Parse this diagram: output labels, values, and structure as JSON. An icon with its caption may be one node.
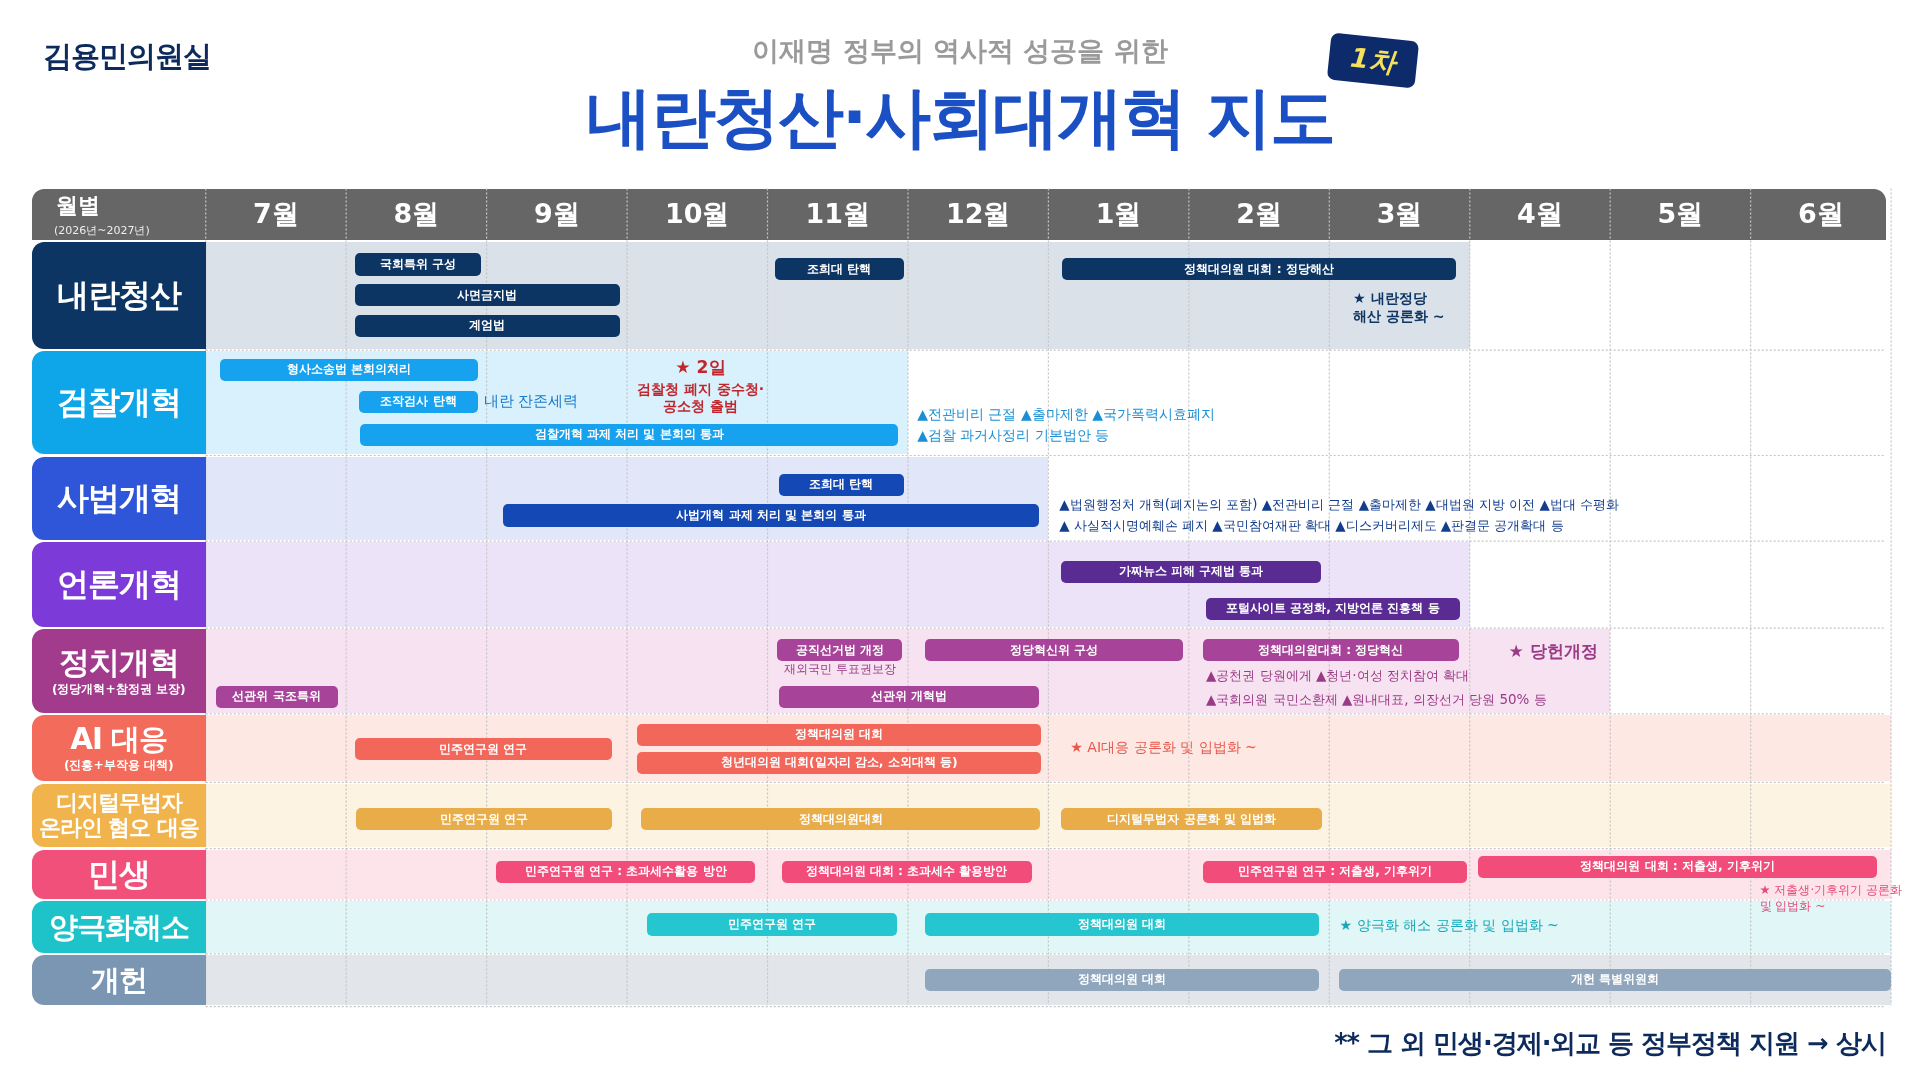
{
  "diagram": {
    "title": "내란청산·사회대개혁 지도",
    "nodes": [
      {
        "text": [
          "내란청산"
        ]
      },
      {
        "text": [
          "검찰개혁"
        ]
      },
      {
        "text": [
          "사법개혁"
        ]
      },
      {
        "text": [
          "언론개혁"
        ]
      },
      {
        "text": [
          "정치개혁",
          "(정당개혁+참정권 보장)"
        ]
      },
      {
        "text": [
          "AI 대응",
          "(진흥+부작용 대책)"
        ]
      },
      {
        "text": [
          "디지털무법자 온라인 혐오 대응"
        ]
      },
      {
        "text": [
          "민생"
        ]
      },
      {
        "text": [
          "양극화해소"
        ]
      },
      {
        "text": [
          "개헌"
        ]
      },
      {
        "text": [
          "국회특위 구성"
        ]
      },
      {
        "text": [
          "사면금지법"
        ]
      },
      {
        "text": [
          "계엄법"
        ]
      },
      {
        "text": [
          "조희대 탄핵"
        ]
      },
      {
        "text": [
          "정책대의원 대회 : 정당해산"
        ]
      },
      {
        "text": [
          "형사소송법 본회의처리"
        ]
      },
      {
        "text": [
          "조작검사 탄핵"
        ],
        "beside": [
          "내란 잔존세력"
        ]
      },
      {
        "text": [
          "검찰개혁 과제 처리 및 본회의 통과"
        ]
      },
      {
        "text": [
          "조희대 탄핵"
        ]
      },
      {
        "text": [
          "사법개혁 과제 처리 및 본회의 통과"
        ]
      },
      {
        "text": [
          "가짜뉴스 피해 구제법 통과"
        ]
      },
      {
        "text": [
          "포털사이트 공정화, 지방언론 진흥책 등"
        ]
      },
      {
        "text": [
          "선관위 국조특위"
        ]
      },
      {
        "text": [
          "공직선거법 개정"
        ],
        "beside": [
          "재외국민 투표권보장"
        ]
      },
      {
        "text": [
          "선관위 개혁법"
        ]
      },
      {
        "text": [
          "정당혁신위 구성"
        ]
      },
      {
        "text": [
          "정책대의원대회 : 정당혁신"
        ]
      },
      {
        "text": [
          "민주연구원 연구"
        ]
      },
      {
        "text": [
          "정책대의원 대회"
        ]
      },
      {
        "text": [
          "청년대의원 대회(일자리 감소, 소외대책 등)"
        ]
      },
      {
        "text": [
          "민주연구원 연구"
        ]
      },
      {
        "text": [
          "정책대의원대회"
        ]
      },
      {
        "text": [
          "디지털무법자 공론화 및 입법화"
        ]
      },
      {
        "text": [
          "민주연구원 연구 : 초과세수활용 방안"
        ]
      },
      {
        "text": [
          "정책대의원 대회 : 초과세수 활용방안"
        ]
      },
      {
        "text": [
          "민주연구원 연구 : 저출생, 기후위기"
        ]
      },
      {
        "text": [
          "정책대의원 대회 : 저출생, 기후위기"
        ]
      },
      {
        "text": [
          "민주연구원 연구"
        ]
      },
      {
        "text": [
          "정책대의원 대회"
        ]
      },
      {
        "text": [
          "정책대의원 대회"
        ]
      },
      {
        "text": [
          "개헌 특별위원회"
        ]
      }
    ],
    "labels": [
      "김용민의원실",
      "이재명 정부의 역사적 성공을 위한",
      "1차",
      "월별",
      "(2026년~2027년)",
      "7월",
      "8월",
      "9월",
      "10월",
      "11월",
      "12월",
      "1월",
      "2월",
      "3월",
      "4월",
      "5월",
      "6월",
      "★ 내란정당 해산 공론화 ~",
      "★ 2일",
      "검찰청 폐지 중수청·공소청 출범",
      "▲전관비리 근절 ▲출마제한 ▲국가폭력시효폐지",
      "▲검찰 과거사정리 기본법안 등",
      "▲법원행정처 개혁(폐지논의 포함) ▲전관비리 근절 ▲출마제한 ▲대법원 지방 이전 ▲법대 수평화",
      "▲ 사실적시명예훼손 폐지 ▲국민참여재판 확대 ▲디스커버리제도 ▲판결문 공개확대 등",
      "▲공천권 당원에게 ▲청년·여성 정치참여 확대",
      "▲국회의원 국민소환제 ▲원내대표, 의장선거 당원 50% 등",
      "★ 당헌개정",
      "★ AI대응 공론화 및 입법화 ~",
      "★ 저출생·기후위기 공론화 및 입법화 ~",
      "★ 양극화 해소 공론화 및 입법화 ~",
      "** 그 외 민생·경제·외교 등 정부정책 지원 → 상시"
    ]
  }
}
